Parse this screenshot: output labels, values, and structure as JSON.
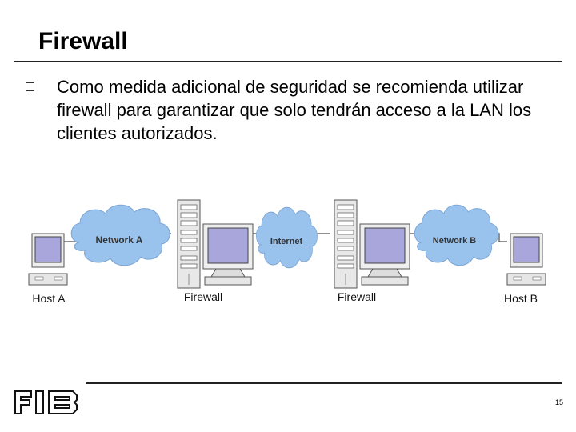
{
  "slide": {
    "title": "Firewall",
    "bullet": "Como medida adicional de seguridad se recomienda utilizar firewall para garantizar que solo tendrán acceso a la LAN los clientes autorizados.",
    "page_number": "15",
    "logo_text": "FIB"
  },
  "diagram": {
    "networks": [
      "Network A",
      "Internet",
      "Network B"
    ],
    "hosts": [
      "Host A",
      "Host B"
    ],
    "firewalls": [
      "Firewall",
      "Firewall"
    ]
  },
  "colors": {
    "cloud": "#99c2ec",
    "line": "#6b6b6b",
    "monitor_screen": "#a9a6dc"
  }
}
